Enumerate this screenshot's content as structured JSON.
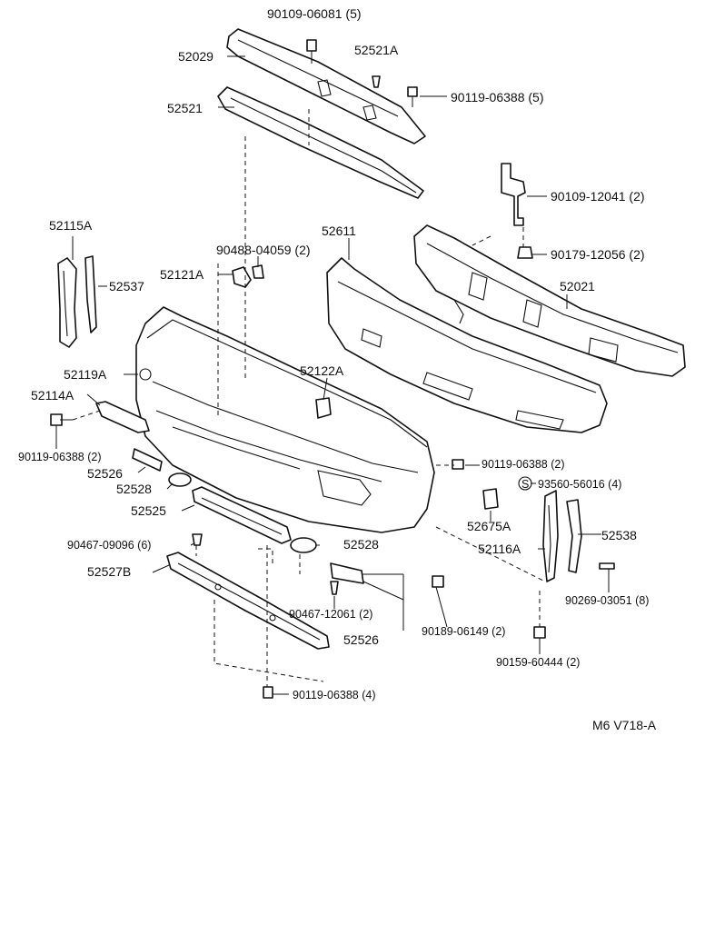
{
  "diagram": {
    "code": "M6 V718-A",
    "labels": {
      "p90109_06081": "90109-06081 (5)",
      "p52029": "52029",
      "p52521A": "52521A",
      "p90119_06388_5": "90119-06388 (5)",
      "p52521": "52521",
      "p90109_12041": "90109-12041 (2)",
      "p52115A": "52115A",
      "p52611": "52611",
      "p90488_04059": "90488-04059 (2)",
      "p90179_12056": "90179-12056 (2)",
      "p52121A": "52121A",
      "p52537": "52537",
      "p52021": "52021",
      "p52119A": "52119A",
      "p52122A": "52122A",
      "p52114A": "52114A",
      "p90119_06388_2a": "90119-06388 (2)",
      "p90119_06388_2b": "90119-06388 (2)",
      "p52526a": "52526",
      "p93560_56016": "93560-56016 (4)",
      "s_mark": "S",
      "p52528a": "52528",
      "p52525": "52525",
      "p52675A": "52675A",
      "p52538": "52538",
      "p90467_09096": "90467-09096 (6)",
      "p52528b": "52528",
      "p52116A": "52116A",
      "p52527B": "52527B",
      "p90269_03051": "90269-03051 (8)",
      "p90467_12061": "90467-12061 (2)",
      "p90189_06149": "90189-06149 (2)",
      "p52526b": "52526",
      "p90159_60444": "90159-60444 (2)",
      "p90119_06388_4": "90119-06388 (4)"
    }
  }
}
